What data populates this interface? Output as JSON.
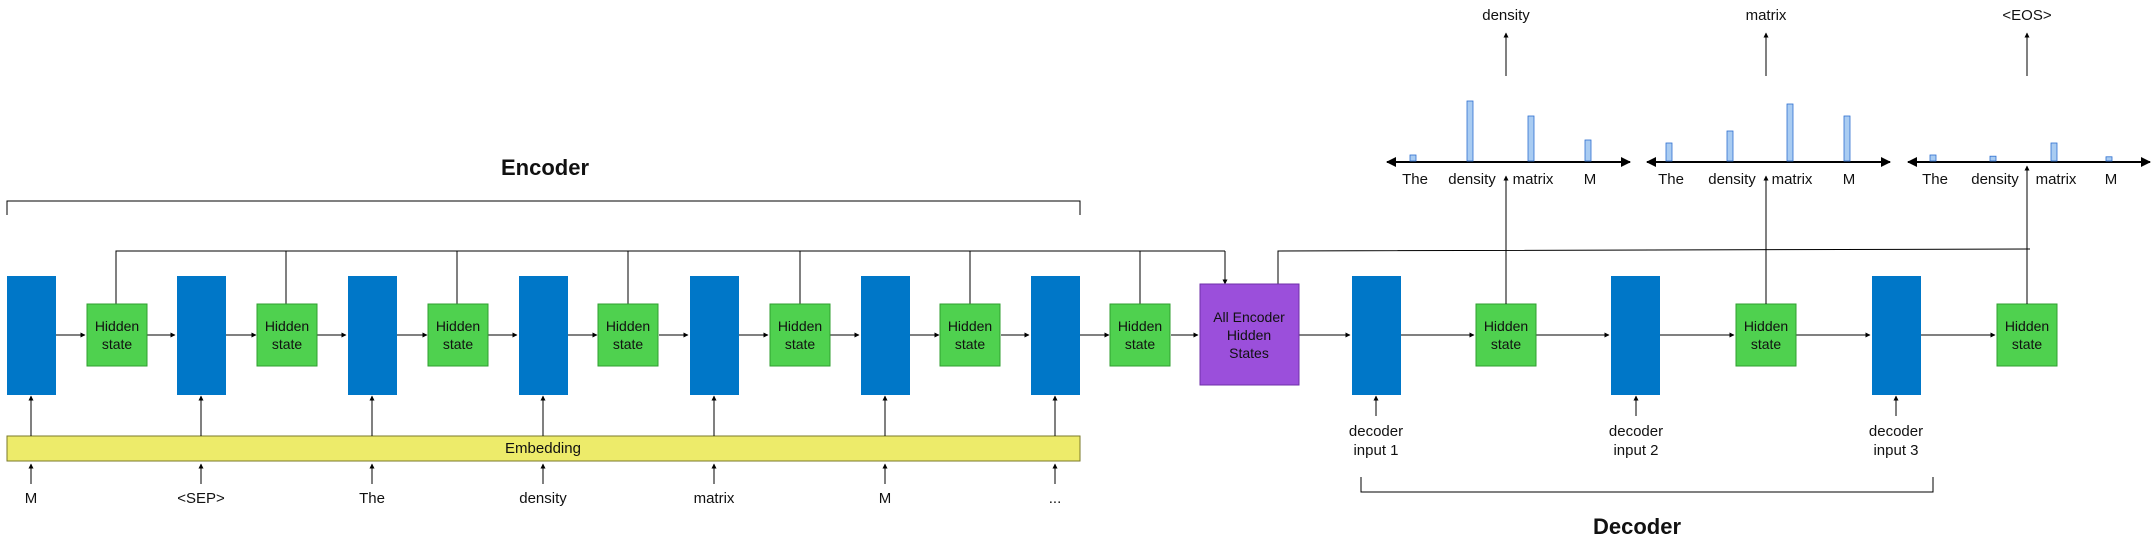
{
  "encoder": {
    "title": "Encoder",
    "hidden_state_label": [
      "Hidden",
      "state"
    ],
    "embedding_label": "Embedding",
    "inputs": [
      "M",
      "<SEP>",
      "The",
      "density",
      "matrix",
      "M",
      "..."
    ]
  },
  "context": {
    "label": [
      "All Encoder",
      "Hidden",
      "States"
    ]
  },
  "decoder": {
    "title": "Decoder",
    "hidden_state_label": [
      "Hidden",
      "state"
    ],
    "inputs": [
      [
        "decoder",
        "input 1"
      ],
      [
        "decoder",
        "input 2"
      ],
      [
        "decoder",
        "input 3"
      ]
    ],
    "outputs": [
      "density",
      "matrix",
      "<EOS>"
    ]
  },
  "chart_data": [
    {
      "type": "bar",
      "title": "density",
      "categories": [
        "The",
        "density",
        "matrix",
        "M"
      ],
      "values": [
        0.1,
        1.0,
        0.75,
        0.35
      ]
    },
    {
      "type": "bar",
      "title": "matrix",
      "categories": [
        "The",
        "density",
        "matrix",
        "M"
      ],
      "values": [
        0.3,
        0.5,
        0.95,
        0.75
      ]
    },
    {
      "type": "bar",
      "title": "<EOS>",
      "categories": [
        "The",
        "density",
        "matrix",
        "M"
      ],
      "values": [
        0.1,
        0.08,
        0.3,
        0.07
      ]
    }
  ],
  "colors": {
    "rnn_cell": "#0077C8",
    "hidden_state": "#4FD14F",
    "embedding": "#EDEB6A",
    "context": "#9B4FDB",
    "attention_bar": "#A9CCF2",
    "line": "#000000"
  }
}
